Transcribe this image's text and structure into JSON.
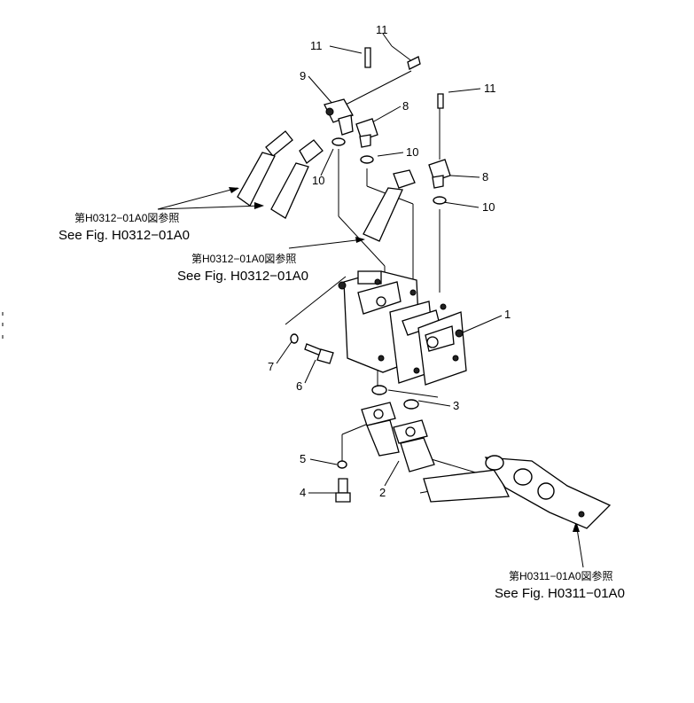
{
  "callouts": {
    "c1": "1",
    "c2": "2",
    "c3": "3",
    "c4": "4",
    "c5": "5",
    "c6": "6",
    "c7": "7",
    "c8a": "8",
    "c8b": "8",
    "c9": "9",
    "c10a": "10",
    "c10b": "10",
    "c10c": "10",
    "c11a": "11",
    "c11b": "11",
    "c11c": "11"
  },
  "references": {
    "ref1_jp": "第H0312−01A0図参照",
    "ref1_en": "See Fig. H0312−01A0",
    "ref2_jp": "第H0312−01A0図参照",
    "ref2_en": "See Fig. H0312−01A0",
    "ref3_jp": "第H0311−01A0図参照",
    "ref3_en": "See Fig. H0311−01A0"
  }
}
